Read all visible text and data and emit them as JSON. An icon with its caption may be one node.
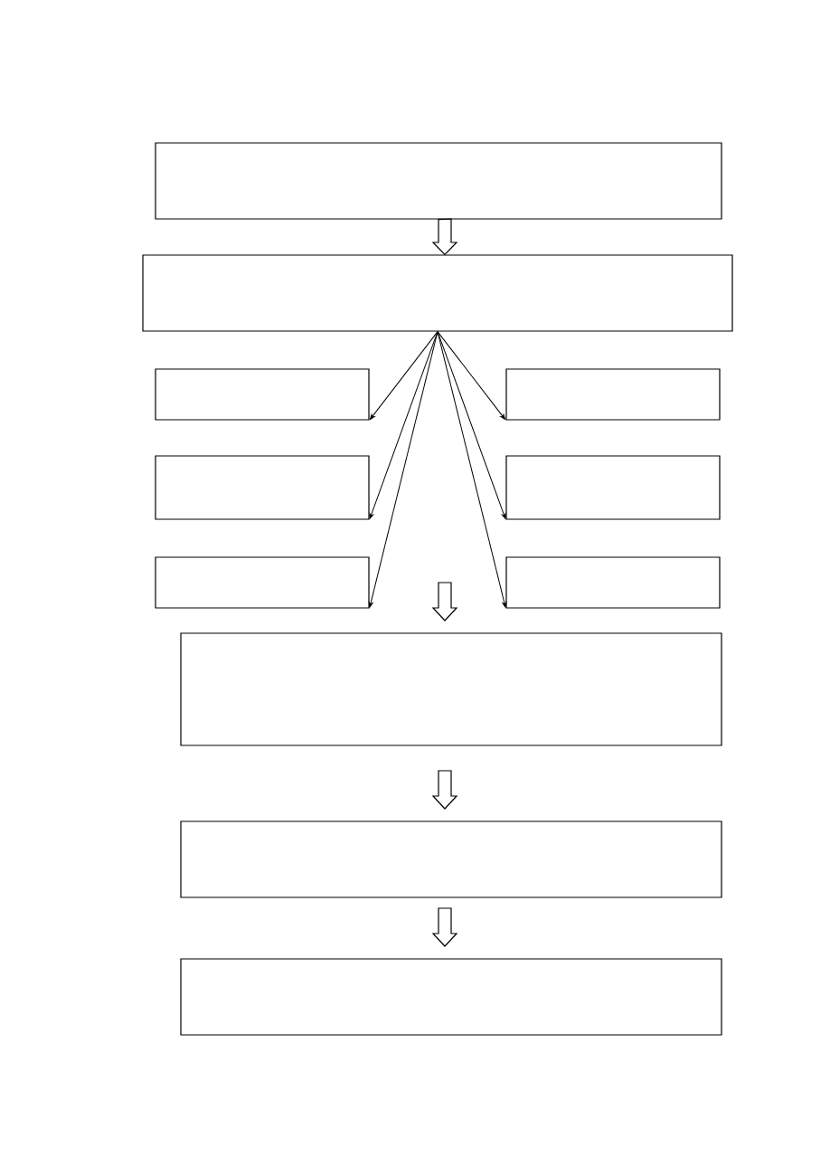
{
  "diagram": {
    "nodes": [
      {
        "text": [],
        "shape": "box"
      },
      {
        "text": [],
        "shape": "box"
      },
      {
        "text": [],
        "shape": "box"
      },
      {
        "text": [],
        "shape": "box"
      },
      {
        "text": [],
        "shape": "box"
      },
      {
        "text": [],
        "shape": "box"
      },
      {
        "text": [],
        "shape": "box"
      },
      {
        "text": [],
        "shape": "box"
      },
      {
        "text": [],
        "shape": "box"
      },
      {
        "text": [],
        "shape": "box"
      },
      {
        "text": [],
        "shape": "box"
      }
    ],
    "edges": [
      {
        "from": 0,
        "to": 1,
        "arrow": "to"
      },
      {
        "from": 1,
        "to": 2,
        "arrow": "to"
      },
      {
        "from": 1,
        "to": 3,
        "arrow": "to"
      },
      {
        "from": 1,
        "to": 4,
        "arrow": "to"
      },
      {
        "from": 1,
        "to": 5,
        "arrow": "to"
      },
      {
        "from": 1,
        "to": 6,
        "arrow": "to"
      },
      {
        "from": 1,
        "to": 7,
        "arrow": "to"
      },
      {
        "from": null,
        "to": 8,
        "arrow": "to"
      },
      {
        "from": 8,
        "to": 9,
        "arrow": "to"
      },
      {
        "from": 9,
        "to": 10,
        "arrow": "to"
      }
    ]
  }
}
